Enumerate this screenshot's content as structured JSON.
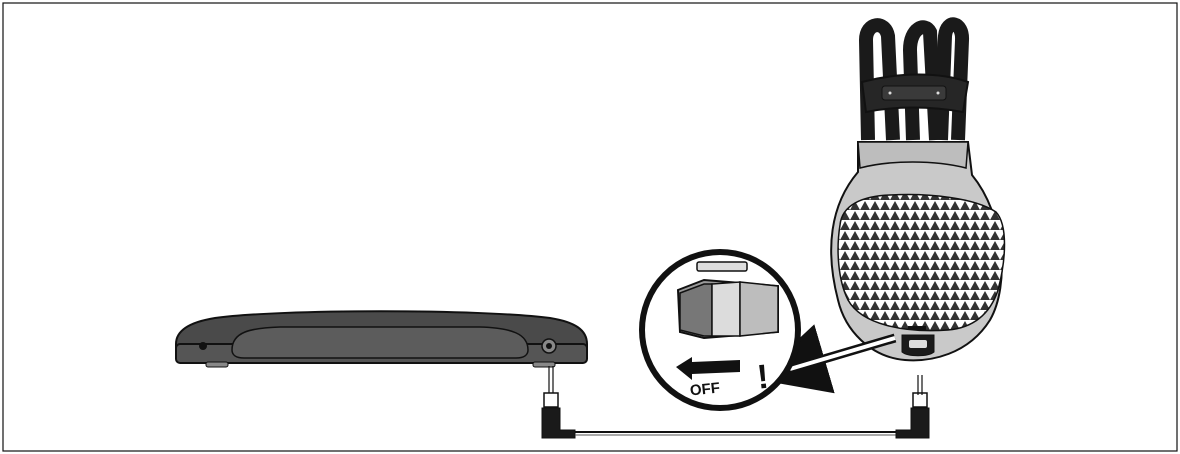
{
  "diagram": {
    "callout": {
      "switch_label": "OFF",
      "warning_mark": "!"
    },
    "icons": {
      "transmitter": "base-station-transmitter",
      "headphones": "wireless-headphones",
      "cable": "audio-cable",
      "plug_left": "right-angle-plug",
      "plug_right": "right-angle-plug",
      "switch": "power-switch-icon",
      "arrow_off": "arrow-left-icon",
      "arrow_pointer": "arrow-left-icon"
    },
    "colors": {
      "outline": "#111111",
      "transmitter_body": "#4a4a4a",
      "headphone_shell": "#c9c9c9",
      "headband": "#1a1a1a"
    }
  }
}
